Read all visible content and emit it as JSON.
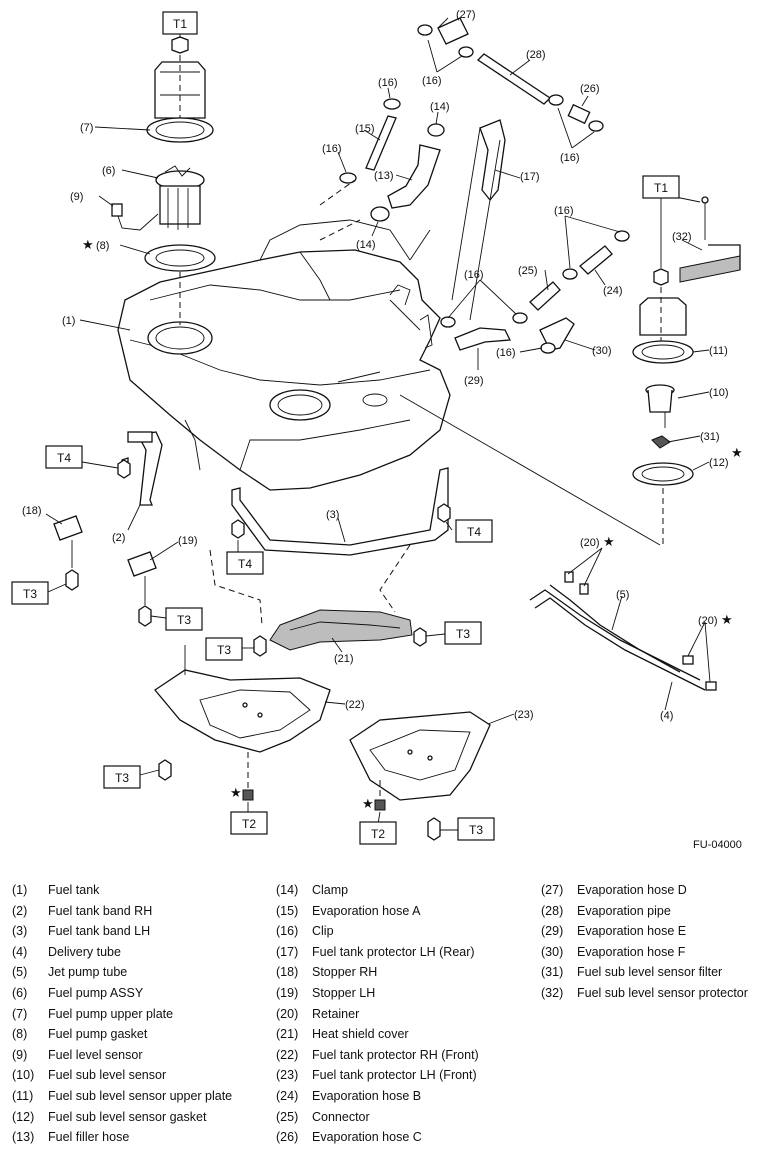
{
  "figure_code": "FU-04000",
  "star_symbol": "★",
  "torque_labels": [
    "T1",
    "T2",
    "T3",
    "T4"
  ],
  "callouts": [
    "(1)",
    "(2)",
    "(3)",
    "(4)",
    "(5)",
    "(6)",
    "(7)",
    "(8)",
    "(9)",
    "(10)",
    "(11)",
    "(12)",
    "(13)",
    "(14)",
    "(15)",
    "(16)",
    "(17)",
    "(18)",
    "(19)",
    "(20)",
    "(21)",
    "(22)",
    "(23)",
    "(24)",
    "(25)",
    "(26)",
    "(27)",
    "(28)",
    "(29)",
    "(30)",
    "(31)",
    "(32)"
  ],
  "legend": [
    {
      "num": "(1)",
      "name": "Fuel tank"
    },
    {
      "num": "(2)",
      "name": "Fuel tank band RH"
    },
    {
      "num": "(3)",
      "name": "Fuel tank band LH"
    },
    {
      "num": "(4)",
      "name": "Delivery tube"
    },
    {
      "num": "(5)",
      "name": "Jet pump tube"
    },
    {
      "num": "(6)",
      "name": "Fuel pump ASSY"
    },
    {
      "num": "(7)",
      "name": "Fuel pump upper plate"
    },
    {
      "num": "(8)",
      "name": "Fuel pump gasket"
    },
    {
      "num": "(9)",
      "name": "Fuel level sensor"
    },
    {
      "num": "(10)",
      "name": "Fuel sub level sensor"
    },
    {
      "num": "(11)",
      "name": "Fuel sub level sensor upper plate"
    },
    {
      "num": "(12)",
      "name": "Fuel sub level sensor gasket"
    },
    {
      "num": "(13)",
      "name": "Fuel filler hose"
    },
    {
      "num": "(14)",
      "name": "Clamp"
    },
    {
      "num": "(15)",
      "name": "Evaporation hose A"
    },
    {
      "num": "(16)",
      "name": "Clip"
    },
    {
      "num": "(17)",
      "name": "Fuel tank protector LH (Rear)"
    },
    {
      "num": "(18)",
      "name": "Stopper RH"
    },
    {
      "num": "(19)",
      "name": "Stopper LH"
    },
    {
      "num": "(20)",
      "name": "Retainer"
    },
    {
      "num": "(21)",
      "name": "Heat shield cover"
    },
    {
      "num": "(22)",
      "name": "Fuel tank protector RH (Front)"
    },
    {
      "num": "(23)",
      "name": "Fuel tank protector LH (Front)"
    },
    {
      "num": "(24)",
      "name": "Evaporation hose B"
    },
    {
      "num": "(25)",
      "name": "Connector"
    },
    {
      "num": "(26)",
      "name": "Evaporation hose C"
    },
    {
      "num": "(27)",
      "name": "Evaporation hose D"
    },
    {
      "num": "(28)",
      "name": "Evaporation pipe"
    },
    {
      "num": "(29)",
      "name": "Evaporation hose E"
    },
    {
      "num": "(30)",
      "name": "Evaporation hose F"
    },
    {
      "num": "(31)",
      "name": "Fuel sub level sensor filter"
    },
    {
      "num": "(32)",
      "name": "Fuel sub level sensor protector"
    }
  ]
}
